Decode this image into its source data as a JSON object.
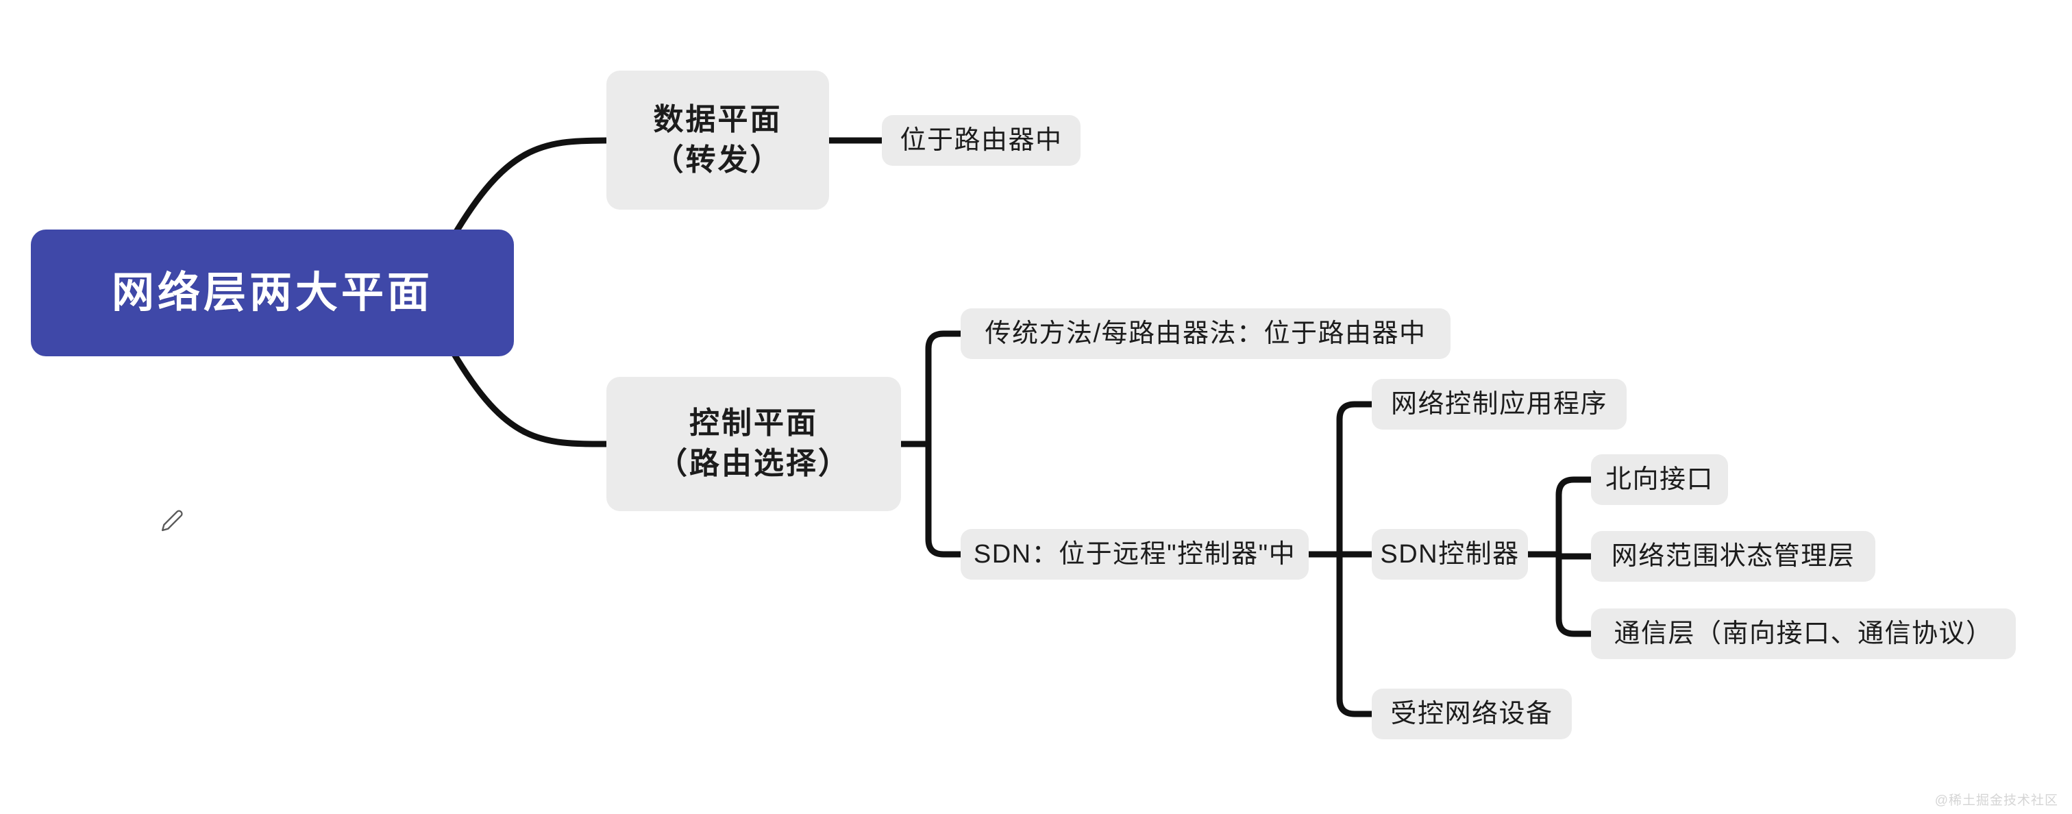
{
  "diagram": {
    "type": "mindmap",
    "background_color": "#ffffff",
    "root_color": "#3f48a8",
    "node_color": "#ebebeb",
    "edge_color": "#111111",
    "root": {
      "id": "root",
      "label": "网络层两大平面",
      "children": [
        {
          "id": "data-plane",
          "label": "数据平面\n（转发）",
          "children": [
            {
              "id": "data-plane-location",
              "label": "位于路由器中",
              "children": []
            }
          ]
        },
        {
          "id": "control-plane",
          "label": "控制平面\n（路由选择）",
          "children": [
            {
              "id": "traditional-method",
              "label": "传统方法/每路由器法：位于路由器中",
              "children": []
            },
            {
              "id": "sdn",
              "label": "SDN：位于远程\"控制器\"中",
              "children": [
                {
                  "id": "network-control-app",
                  "label": "网络控制应用程序",
                  "children": []
                },
                {
                  "id": "sdn-controller",
                  "label": "SDN控制器",
                  "children": [
                    {
                      "id": "northbound-interface",
                      "label": "北向接口",
                      "children": []
                    },
                    {
                      "id": "network-wide-state-mgmt",
                      "label": "网络范围状态管理层",
                      "children": []
                    },
                    {
                      "id": "communication-layer",
                      "label": "通信层（南向接口、通信协议）",
                      "children": []
                    }
                  ]
                },
                {
                  "id": "controlled-devices",
                  "label": "受控网络设备",
                  "children": []
                }
              ]
            }
          ]
        }
      ]
    }
  },
  "nodes": {
    "root": "网络层两大平面",
    "data_plane": "数据平面\n（转发）",
    "data_plane_location": "位于路由器中",
    "control_plane": "控制平面\n（路由选择）",
    "traditional_method": "传统方法/每路由器法：位于路由器中",
    "sdn": "SDN：位于远程\"控制器\"中",
    "network_control_app": "网络控制应用程序",
    "sdn_controller": "SDN控制器",
    "northbound_interface": "北向接口",
    "network_wide_state_mgmt": "网络范围状态管理层",
    "communication_layer": "通信层（南向接口、通信协议）",
    "controlled_devices": "受控网络设备"
  },
  "watermark": {
    "text": "@稀土掘金技术社区"
  },
  "cursor": {
    "icon": "pencil-icon"
  }
}
